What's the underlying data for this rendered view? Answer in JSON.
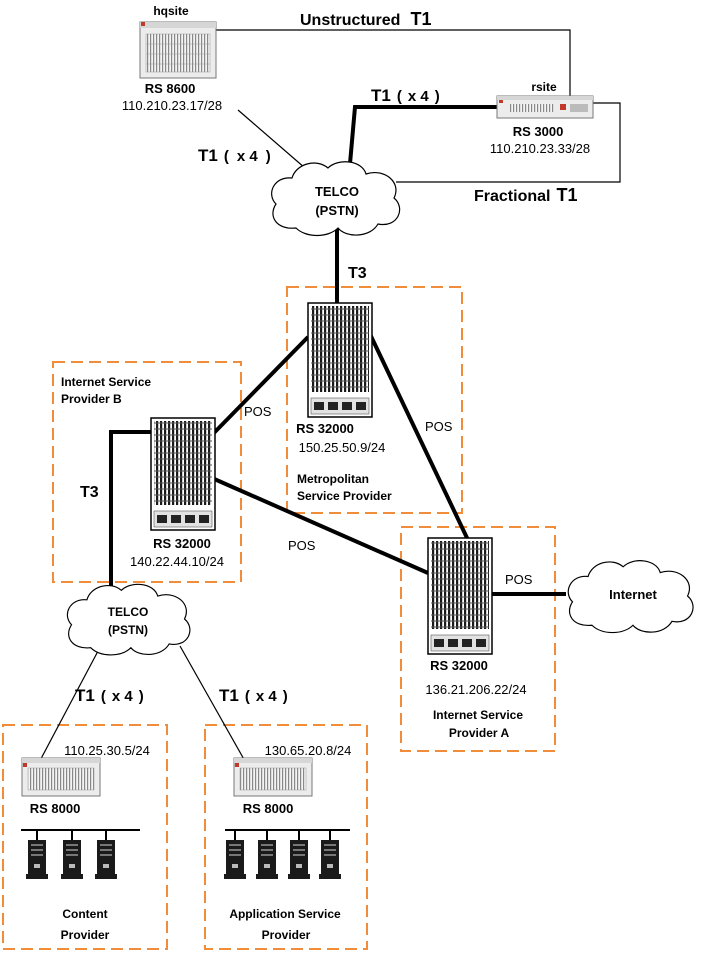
{
  "colors": {
    "dashed_border": "#f08c3a",
    "link": "#000000",
    "device_body": "#e9e9e9",
    "background": "#ffffff"
  },
  "sites": {
    "hqsite": {
      "name": "hqsite",
      "model": "RS 8600",
      "ip": "110.210.23.17/28"
    },
    "rsite": {
      "name": "rsite",
      "model": "RS 3000",
      "ip": "110.210.23.33/28"
    }
  },
  "links": {
    "unstructured_t1": "Unstructured",
    "unstructured_t1_b": "T1",
    "fractional_t1": "Fractional",
    "fractional_t1_b": "T1",
    "t1x4_hq_p1": "T1",
    "t1x4_hq_p2": "(",
    "t1x4_hq_p3": "x 4",
    "t1x4_hq_p4": ")",
    "t1x4_r_p1": "T1",
    "t1x4_r_p2": "(",
    "t1x4_r_p3": "x 4",
    "t1x4_r_p4": ")",
    "t3_top": "T3",
    "t3_left": "T3",
    "pos_left": "POS",
    "pos_right": "POS",
    "pos_mid": "POS",
    "pos_internet": "POS",
    "t1x4_cp_p1": "T1",
    "t1x4_cp_p2": "(",
    "t1x4_cp_p3": "x 4",
    "t1x4_cp_p4": ")",
    "t1x4_asp_p1": "T1",
    "t1x4_asp_p2": "(",
    "t1x4_asp_p3": "x 4",
    "t1x4_asp_p4": ")"
  },
  "clouds": {
    "telco_top": {
      "line1": "TELCO",
      "line2": "(PSTN)"
    },
    "telco_bottom": {
      "line1": "TELCO",
      "line2": "(PSTN)"
    },
    "internet": {
      "label": "Internet"
    }
  },
  "providers": {
    "metro": {
      "line1": "Metropolitan",
      "line2": "Service  Provider",
      "model": "RS 32000",
      "ip": "150.25.50.9/24"
    },
    "isp_b": {
      "line1": "Internet Service",
      "line2": "Provider B",
      "model": "RS 32000",
      "ip": "140.22.44.10/24"
    },
    "isp_a": {
      "line1": "Internet Service",
      "line2": "Provider A",
      "model": "RS 32000",
      "ip": "136.21.206.22/24"
    },
    "content": {
      "line1": "Content",
      "line2": "Provider",
      "model": "RS 8000",
      "ip": "110.25.30.5/24"
    },
    "asp": {
      "line1": "Application Service",
      "line2": "Provider",
      "model": "RS 8000",
      "ip": "130.65.20.8/24"
    }
  }
}
